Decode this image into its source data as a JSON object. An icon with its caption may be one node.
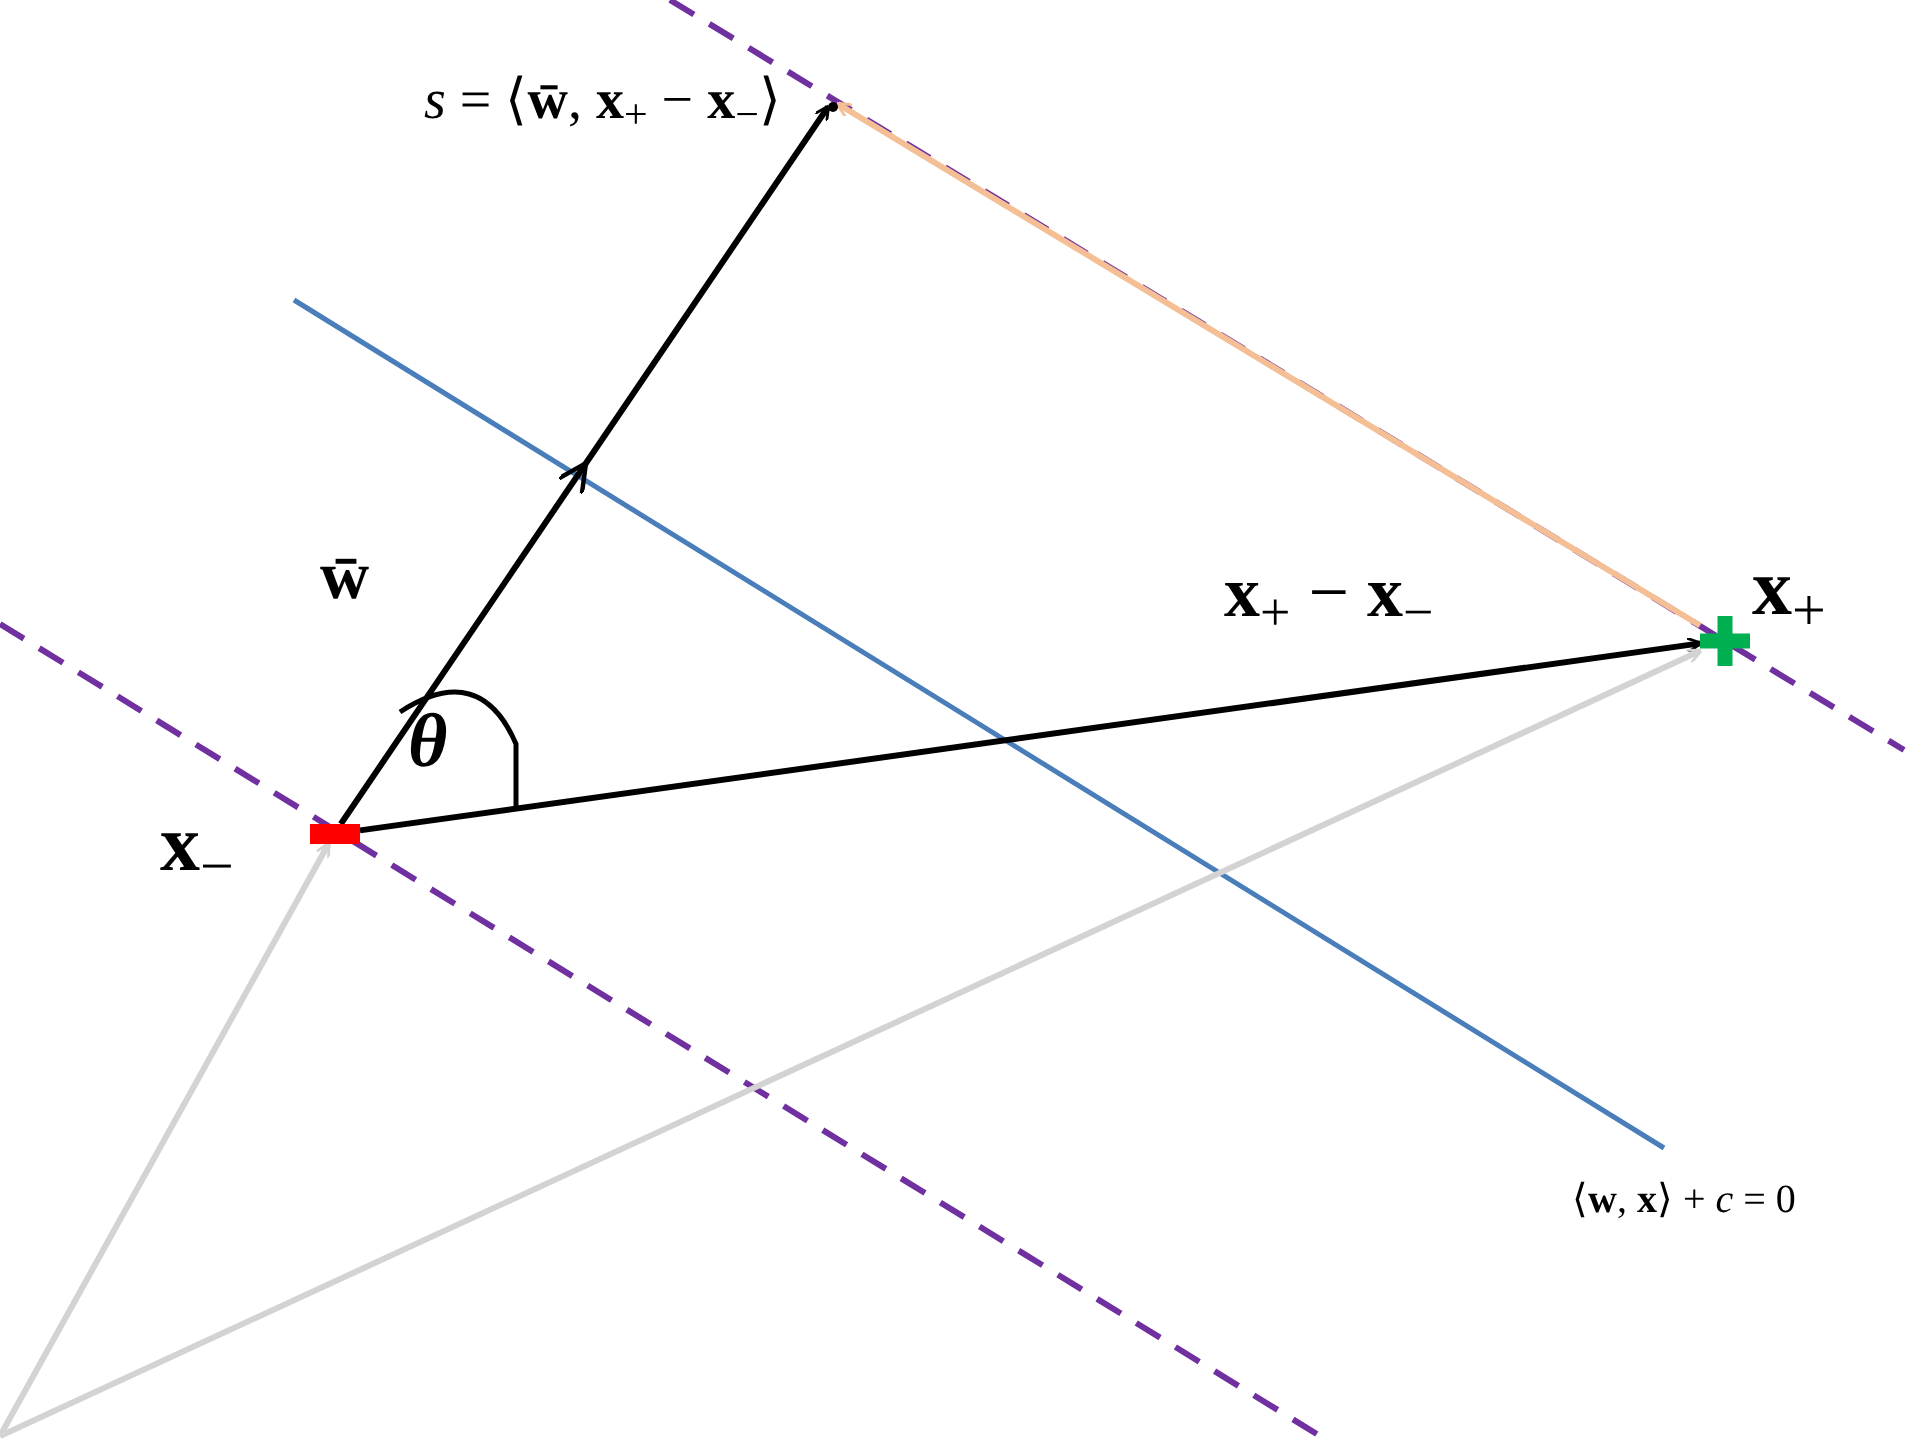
{
  "diagram": {
    "nodes": [
      {
        "text": [],
        "shape": "bar",
        "beside": [
          "**x**$_{−}$"
        ]
      },
      {
        "text": [],
        "shape": "cross",
        "beside": [
          "**x**$_{+}$"
        ]
      },
      {
        "text": [],
        "shape": "point",
        "beside": [
          "*s* = ⟨**w̄**, **x**$_{+}$ − **x**$_{−}$⟩"
        ]
      }
    ],
    "edges": [
      {
        "from": 0,
        "to": 2,
        "arrow": "to",
        "label": "**w̄**"
      },
      {
        "from": 0,
        "to": 1,
        "arrow": "to",
        "label": "**x**$_{+}$ − **x**$_{−}$"
      },
      {
        "from": 1,
        "to": 2,
        "arrow": "to",
        "color": "#f4bf94"
      },
      {
        "from": null,
        "to": 0,
        "arrow": "to",
        "color": "#d3d3d3"
      },
      {
        "from": null,
        "to": 1,
        "arrow": "to",
        "color": "#d3d3d3"
      }
    ],
    "labels": [
      "θ",
      "⟨**w**, **x**⟩ + *c* = 0"
    ]
  }
}
